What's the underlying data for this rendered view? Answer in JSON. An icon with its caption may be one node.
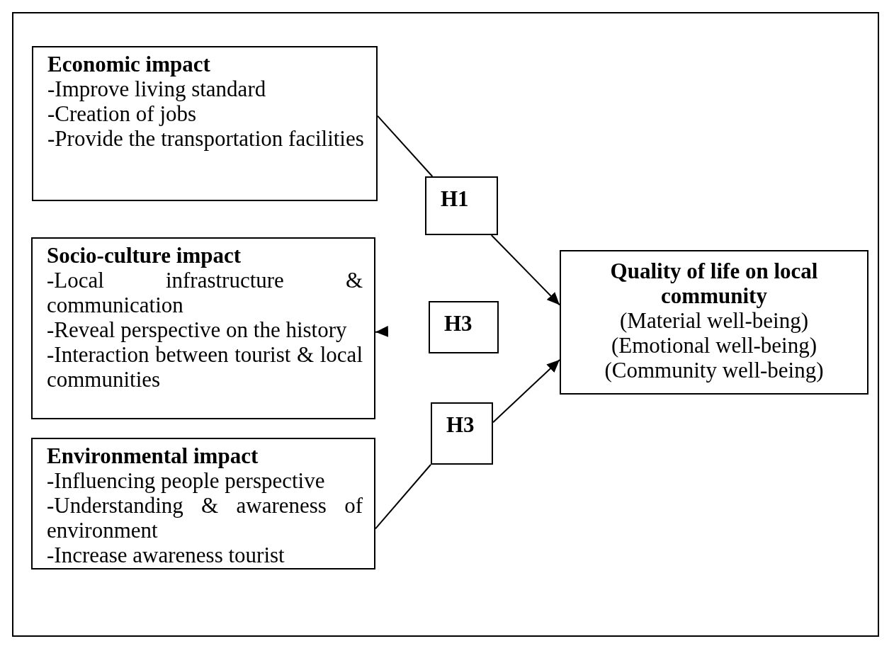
{
  "diagram": {
    "nodes": [
      {
        "text": [
          "Economic impact",
          "-Improve living standard",
          "-Creation of jobs",
          "-Provide the transportation facilities"
        ]
      },
      {
        "text": [
          "H1"
        ]
      },
      {
        "text": [
          "Socio-culture impact",
          "-Local infrastructure & communication",
          "-Reveal perspective on the history",
          "-Interaction between tourist & local communities"
        ]
      },
      {
        "text": [
          "H3"
        ]
      },
      {
        "text": [
          "Quality of life on local community",
          "(Material well-being)",
          "(Emotional well-being)",
          "(Community well-being)"
        ]
      },
      {
        "text": [
          "H3"
        ]
      },
      {
        "text": [
          "Environmental impact",
          "-Influencing people perspective",
          "-Understanding & awareness of environment",
          "-Increase awareness tourist"
        ]
      }
    ],
    "edges": [
      {
        "from": 0,
        "to": 1,
        "arrow": "none"
      },
      {
        "from": 1,
        "to": 4,
        "arrow": "to"
      },
      {
        "from": null,
        "to": 2,
        "arrow": "to"
      },
      {
        "from": 6,
        "to": 5,
        "arrow": "none"
      },
      {
        "from": 5,
        "to": 4,
        "arrow": "to"
      }
    ]
  }
}
